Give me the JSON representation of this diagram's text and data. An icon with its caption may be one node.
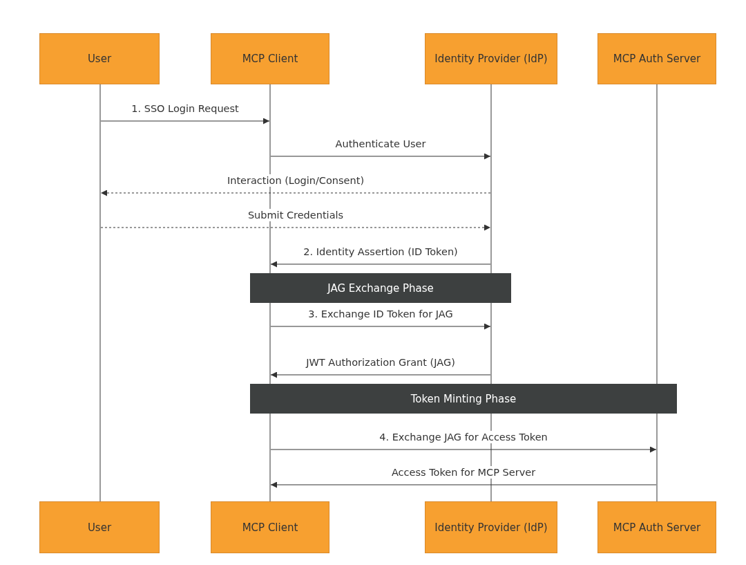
{
  "diagram": {
    "nodes": [
      {
        "text": [
          "User"
        ]
      },
      {
        "text": [
          "MCP Client"
        ]
      },
      {
        "text": [
          "Identity Provider (IdP)"
        ]
      },
      {
        "text": [
          "MCP Auth Server"
        ]
      },
      {
        "text": [],
        "shape": "bar"
      },
      {
        "text": [],
        "shape": "bar"
      },
      {
        "text": [],
        "shape": "bar"
      },
      {
        "text": [],
        "shape": "bar"
      },
      {
        "text": [
          "JAG Exchange Phase"
        ]
      },
      {
        "text": [
          "Token Minting Phase"
        ]
      },
      {
        "text": [
          "User"
        ]
      },
      {
        "text": [
          "MCP Client"
        ]
      },
      {
        "text": [
          "Identity Provider (IdP)"
        ]
      },
      {
        "text": [
          "MCP Auth Server"
        ]
      }
    ],
    "edges": [
      {
        "from": 4,
        "to": 5,
        "arrow": "to",
        "label": "1. SSO Login Request"
      },
      {
        "from": 5,
        "to": 6,
        "arrow": "to",
        "label": "Authenticate User"
      },
      {
        "from": 6,
        "to": 4,
        "arrow": "to",
        "label": "Interaction (Login/Consent)",
        "style": "dashed"
      },
      {
        "from": 4,
        "to": 6,
        "arrow": "to",
        "label": "Submit Credentials",
        "style": "dashed"
      },
      {
        "from": 6,
        "to": 5,
        "arrow": "to",
        "label": "2. Identity Assertion (ID Token)"
      },
      {
        "from": 5,
        "to": 6,
        "arrow": "to",
        "label": "3. Exchange ID Token for JAG"
      },
      {
        "from": 6,
        "to": 5,
        "arrow": "to",
        "label": "JWT Authorization Grant (JAG)"
      },
      {
        "from": 5,
        "to": 7,
        "arrow": "to",
        "label": "4. Exchange JAG for Access Token"
      },
      {
        "from": 7,
        "to": 5,
        "arrow": "to",
        "label": "Access Token for MCP Server"
      }
    ]
  }
}
